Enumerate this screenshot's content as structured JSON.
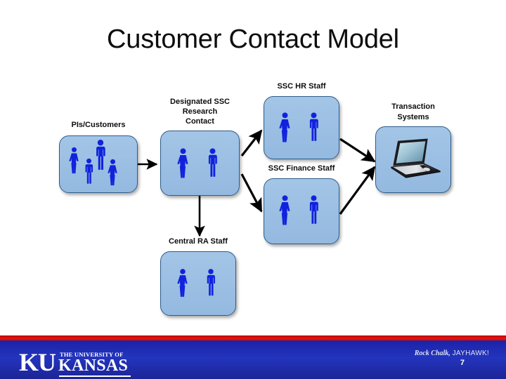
{
  "slide": {
    "title": "Customer Contact Model",
    "page_number": "7"
  },
  "diagram": {
    "type": "flow-diagram",
    "nodes": [
      {
        "id": "pis-customers",
        "label": "PIs/Customers",
        "icon": "people-group-icon",
        "people": 4
      },
      {
        "id": "designated-ssc-research-contact",
        "label_lines": [
          "Designated SSC",
          "Research",
          "Contact"
        ],
        "label": "Designated SSC Research Contact",
        "icon": "people-pair-icon",
        "people": 2
      },
      {
        "id": "ssc-hr-staff",
        "label": "SSC HR Staff",
        "icon": "people-pair-icon",
        "people": 2
      },
      {
        "id": "ssc-finance-staff",
        "label": "SSC Finance Staff",
        "icon": "people-pair-icon",
        "people": 2
      },
      {
        "id": "central-ra-staff",
        "label": "Central RA Staff",
        "icon": "people-pair-icon",
        "people": 2
      },
      {
        "id": "transaction-systems",
        "label_lines": [
          "Transaction",
          "Systems"
        ],
        "label": "Transaction Systems",
        "icon": "laptop-icon",
        "people": 0
      }
    ],
    "edges": [
      {
        "from": "pis-customers",
        "to": "designated-ssc-research-contact",
        "style": "single-arrow"
      },
      {
        "from": "designated-ssc-research-contact",
        "to": "ssc-hr-staff",
        "style": "single-arrow"
      },
      {
        "from": "designated-ssc-research-contact",
        "to": "ssc-finance-staff",
        "style": "single-arrow"
      },
      {
        "from": "designated-ssc-research-contact",
        "to": "central-ra-staff",
        "style": "double-arrow"
      },
      {
        "from": "ssc-hr-staff",
        "to": "transaction-systems",
        "style": "single-arrow"
      },
      {
        "from": "ssc-finance-staff",
        "to": "transaction-systems",
        "style": "single-arrow"
      }
    ]
  },
  "footer": {
    "logo_ku": "KU",
    "logo_university_of": "THE UNIVERSITY OF",
    "logo_kansas": "KANSAS",
    "tagline_italic": "Rock Chalk,",
    "tagline_plain": "JAYHAWK!"
  },
  "colors": {
    "box_fill": "#9cc0e3",
    "box_border": "#2e5c8a",
    "figure_blue": "#1122dd",
    "footer_blue": "#2334bd",
    "footer_red": "#e8140c",
    "title_text": "#0d0d0d"
  }
}
